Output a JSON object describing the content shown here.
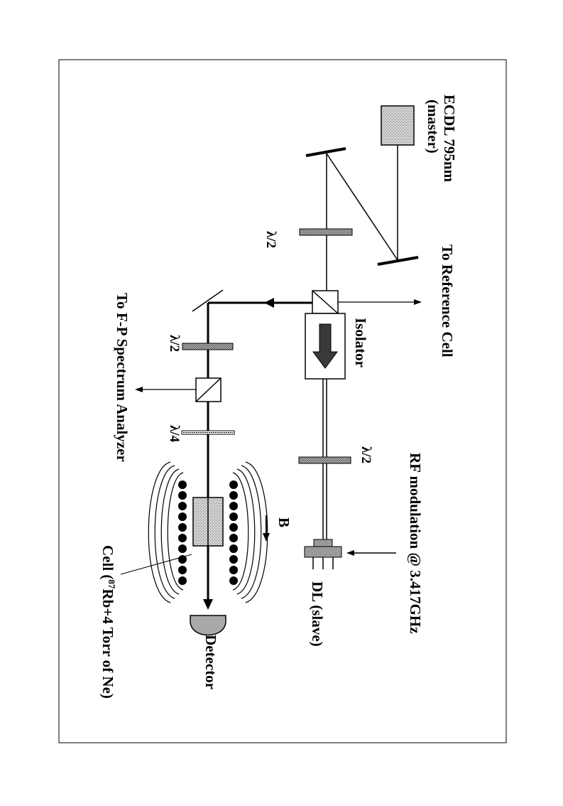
{
  "labels": {
    "ecdl_title": "ECDL 795nm",
    "ecdl_master": "(master)",
    "to_reference_cell": "To Reference Cell",
    "isolator": "Isolator",
    "rf_modulation": "RF modulation @ 3.417GHz",
    "dl_slave": "DL (slave)",
    "half_wave_1": "λ/2",
    "half_wave_2": "λ/2",
    "half_wave_3": "λ/2",
    "quarter_wave": "λ/4",
    "to_fp_analyzer": "To F-P Spectrum Analyzer",
    "magnetic_field": "B",
    "detector": "Detector",
    "cell_prefix": "Cell (",
    "cell_isotope_mass": "87",
    "cell_suffix": "Rb+4 Torr of Ne)"
  },
  "colors": {
    "stroke": "#000000",
    "stipple_light": "#d4d4d4",
    "stipple_dark": "#8c8c8c",
    "isolator_arrow": "#3a3a3a",
    "detector_fill": "#a9a9a9",
    "dl_body": "#9a9a9a"
  }
}
